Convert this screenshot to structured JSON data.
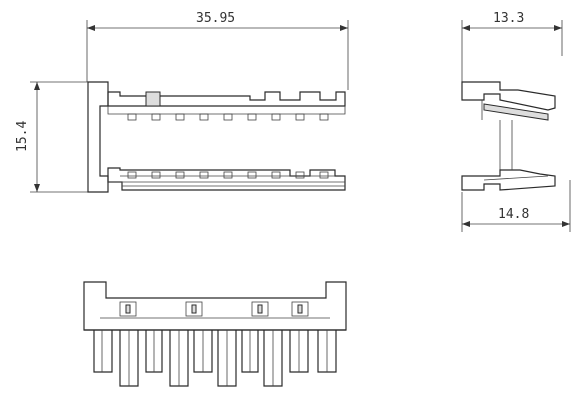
{
  "dimensions": {
    "width_top": "35.95",
    "height_left": "15.4",
    "side_top": "13.3",
    "side_bottom": "14.8"
  }
}
